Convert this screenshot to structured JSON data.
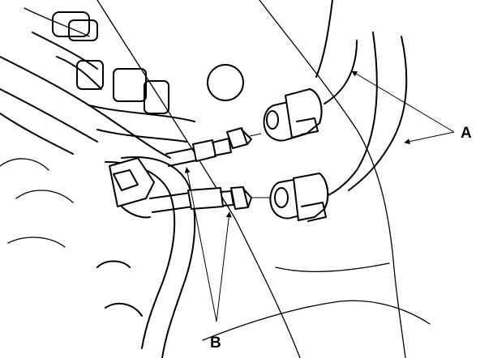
{
  "callouts": {
    "a": {
      "text": "A",
      "target": "hoses"
    },
    "b": {
      "text": "B",
      "target": "pipes"
    }
  },
  "colors": {
    "line": "#000000",
    "background": "#ffffff"
  }
}
